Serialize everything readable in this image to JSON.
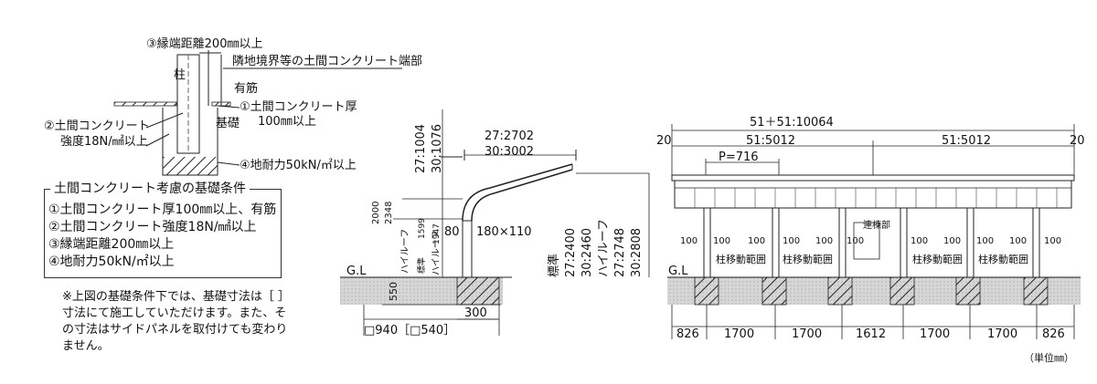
{
  "detail": {
    "edge_distance": "③縁端距離200㎜以上",
    "boundary": "隣地境界等の土間コンクリート端部",
    "pillar": "柱",
    "rebar": "有筋",
    "slab_thickness_1": "①土間コンクリート厚",
    "slab_thickness_2": "100㎜以上",
    "strength_1": "②土間コンクリート",
    "strength_2": "強度18N/㎟以上",
    "foundation": "基礎",
    "bearing": "④地耐力50kN/㎡以上"
  },
  "conditions": {
    "title": "土間コンクリート考慮の基礎条件",
    "items": [
      "①土間コンクリート厚100㎜以上、有筋",
      "②土間コンクリート強度18N/㎟以上",
      "③縁端距離200㎜以上",
      "④地耐力50kN/㎡以上"
    ],
    "footnote": "※上図の基礎条件下では、基礎寸法は［ ］寸法にて施工していただけます。また、その寸法はサイドパネルを取付けても変わりません。"
  },
  "side_view": {
    "height_27": "27:1004",
    "height_30": "30:1076",
    "depth_27": "27:2702",
    "depth_30": "30:3002",
    "h_2000": "2000",
    "h_2348": "2348",
    "h_1599": "1599",
    "h_1947": "1947",
    "high_roof_label": "ハイルーフ",
    "std_label": "標準",
    "member": "80",
    "post_size": "180×110",
    "std_height": "27:2400",
    "std_height_30": "30:2460",
    "high_roof": "ハイルーフ",
    "high_27": "27:2748",
    "high_30": "30:2808",
    "gl": "G.L",
    "embed": "550",
    "offset": "300",
    "foundation_size": "□940［□540］"
  },
  "front_view": {
    "total": "51＋51:10064",
    "edge_left": "20",
    "edge_right": "20",
    "half_left": "51:5012",
    "half_right": "51:5012",
    "pitch": "P=716",
    "gl": "G.L",
    "connect": "連棟部",
    "arrow_label": "100",
    "move_range": "柱移動範囲",
    "spans": [
      "826",
      "1700",
      "1700",
      "1612",
      "1700",
      "1700",
      "826"
    ],
    "unit": "（単位㎜）"
  }
}
